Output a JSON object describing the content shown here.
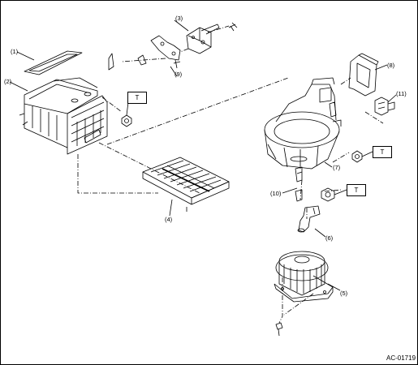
{
  "labels": {
    "p1": "(1)",
    "p2": "(2)",
    "p3": "(3)",
    "p4": "(4)",
    "p5": "(5)",
    "p6": "(6)",
    "p7": "(7)",
    "p8": "(8)",
    "p9": "(9)",
    "p10": "(10)",
    "p11": "(11)"
  },
  "torque_marks": {
    "t1": "T",
    "t2": "T",
    "t3": "T"
  },
  "figure_code": "AC-01719"
}
